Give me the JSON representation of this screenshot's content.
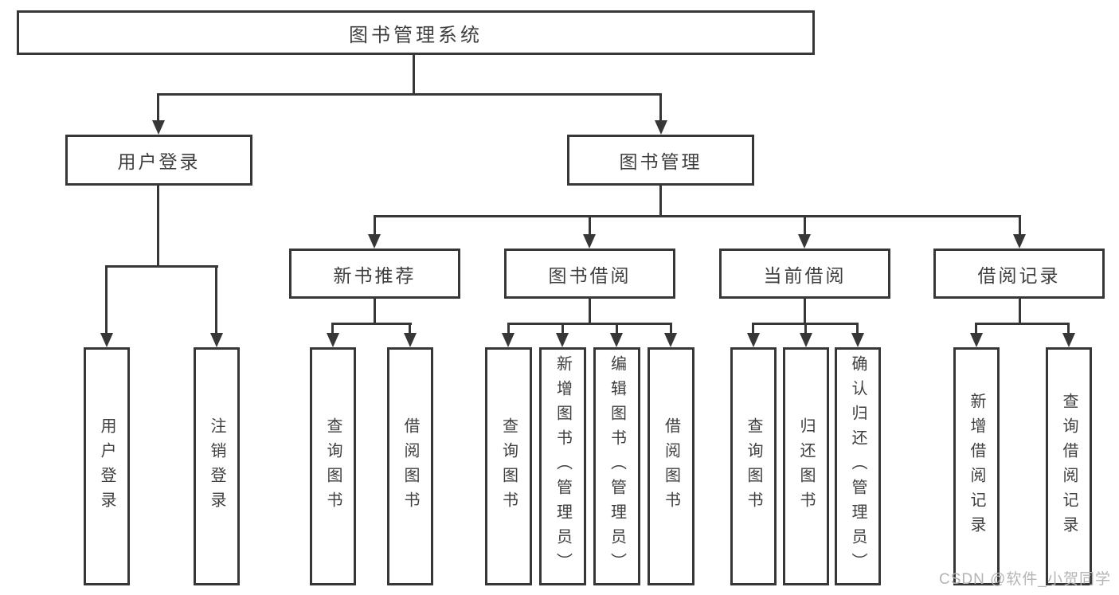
{
  "root": {
    "label": "图书管理系统"
  },
  "level2": [
    {
      "label": "用户登录"
    },
    {
      "label": "图书管理"
    }
  ],
  "level3": [
    {
      "label": "新书推荐"
    },
    {
      "label": "图书借阅"
    },
    {
      "label": "当前借阅"
    },
    {
      "label": "借阅记录"
    }
  ],
  "leaves": {
    "user_login": [
      "用户登录",
      "注销登录"
    ],
    "new_book": [
      "查询图书",
      "借阅图书"
    ],
    "book_borrow": [
      "查询图书",
      "新增图书（管理员）",
      "编辑图书（管理员）",
      "借阅图书"
    ],
    "current_borrow": [
      "查询图书",
      "归还图书",
      "确认归还（管理员）"
    ],
    "borrow_record": [
      "新增借阅记录",
      "查询借阅记录"
    ]
  },
  "watermark": "CSDN @软件_小贺同学",
  "colors": {
    "line": "#373737",
    "text": "#3f3f3f",
    "watermark": "#b4b4b4",
    "background": "#ffffff"
  }
}
